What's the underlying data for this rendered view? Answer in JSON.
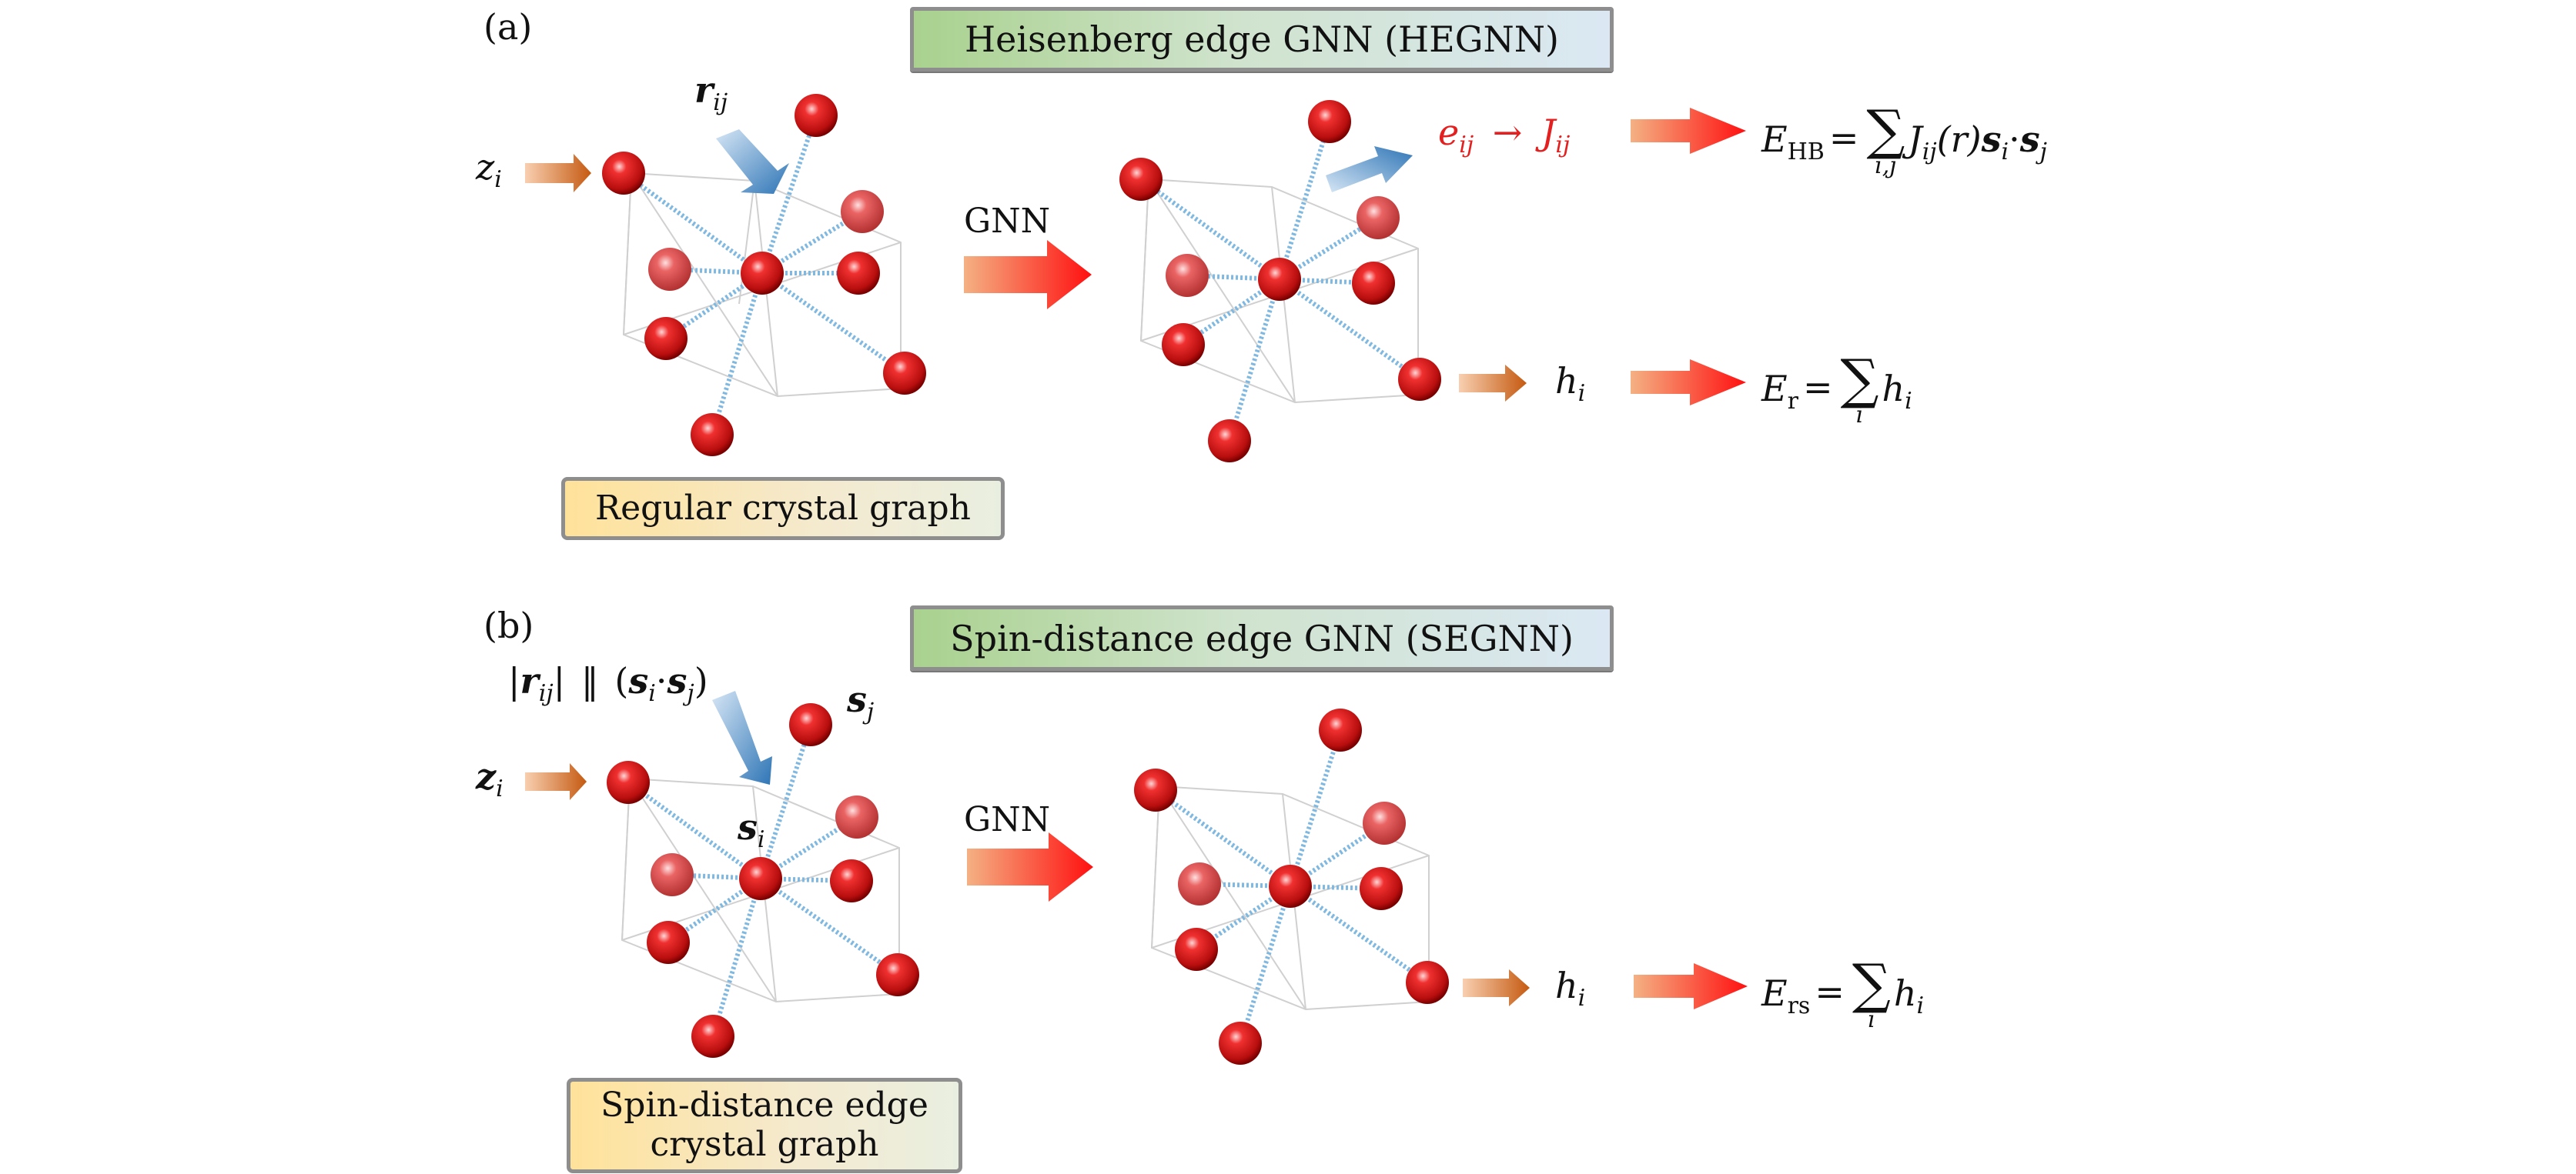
{
  "panel_a": {
    "label": "(a)",
    "title": "Heisenberg edge GNN (HEGNN)",
    "graph_label": "Regular crystal graph",
    "input_node_label": "z",
    "input_node_sub": "i",
    "edge_input_label": "r",
    "edge_input_sub": "ij",
    "gnn_label": "GNN",
    "edge_output": {
      "e": "e",
      "e_sub": "ij",
      "arrow": "→",
      "J": "J",
      "J_sub": "ij"
    },
    "node_output": {
      "h": "h",
      "h_sub": "i"
    },
    "energy_hb": {
      "E": "E",
      "E_sub": "HB",
      "eq": "=",
      "sum": "∑",
      "sum_lim": "i,j",
      "term": "J",
      "term_sub": "ij",
      "arg": "(r)",
      "s1": "s",
      "s1_sub": "i",
      "dot": "·",
      "s2": "s",
      "s2_sub": "j"
    },
    "energy_r": {
      "E": "E",
      "E_sub": "r",
      "eq": "=",
      "sum": "∑",
      "sum_lim": "i",
      "term": "h",
      "term_sub": "i"
    }
  },
  "panel_b": {
    "label": "(b)",
    "title": "Spin-distance edge GNN (SEGNN)",
    "graph_label_line1": "Spin-distance edge",
    "graph_label_line2": "crystal graph",
    "input_node_label": "z",
    "input_node_sub": "i",
    "edge_input": {
      "open": "|",
      "r": "r",
      "r_sub": "ij",
      "close": "|",
      "concat": "‖",
      "lp": "(",
      "s1": "s",
      "s1_sub": "i",
      "dot": "·",
      "s2": "s",
      "s2_sub": "j",
      "rp": ")"
    },
    "spin_j_label": "s",
    "spin_j_sub": "j",
    "spin_i_label": "s",
    "spin_i_sub": "i",
    "gnn_label": "GNN",
    "node_output": {
      "h": "h",
      "h_sub": "i"
    },
    "energy_rs": {
      "E": "E",
      "E_sub": "rs",
      "eq": "=",
      "sum": "∑",
      "sum_lim": "i",
      "term": "h",
      "term_sub": "i"
    }
  },
  "colors": {
    "atom": "#d7191c",
    "bond": "#7fb8e0",
    "title_box_left": "#a9d18e",
    "title_box_right": "#dbe8f4",
    "graph_box_left": "#ffe29a",
    "big_arrow_start": "#f4b183",
    "big_arrow_end": "#ff0000",
    "small_arrow_end": "#c55a11",
    "edge_arrow": "#2e75b6",
    "edge_output_text": "#e3201f"
  }
}
